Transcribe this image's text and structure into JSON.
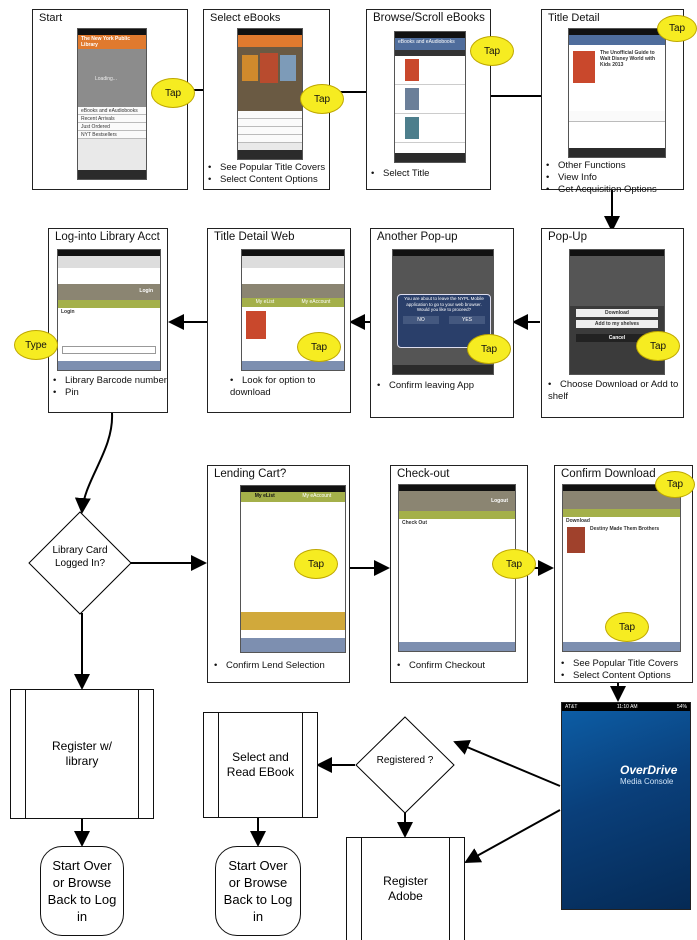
{
  "steps": {
    "start": {
      "title": "Start",
      "bullets": []
    },
    "select": {
      "title": "Select eBooks",
      "bullets": [
        "See Popular Title Covers",
        "Select Content Options"
      ]
    },
    "browse": {
      "title": "Browse/Scroll eBooks",
      "bullets": [
        "Select Title"
      ]
    },
    "detail": {
      "title": "Title Detail",
      "bullets": [
        "Other Functions",
        "View Info",
        "Get Acquisition Options"
      ]
    },
    "popup": {
      "title": "Pop-Up",
      "bullets": [
        "Choose Download or Add to shelf"
      ]
    },
    "another": {
      "title": "Another Pop-up",
      "bullets": [
        "Confirm leaving App"
      ]
    },
    "web": {
      "title": "Title Detail Web",
      "bullets": [
        "Look for option to download"
      ]
    },
    "login": {
      "title": "Log-into Library Acct",
      "bullets": [
        "Library Barcode number",
        "Pin"
      ]
    },
    "lending": {
      "title": "Lending Cart?",
      "bullets": [
        "Confirm Lend Selection"
      ]
    },
    "checkout": {
      "title": "Check-out",
      "bullets": [
        "Confirm Checkout"
      ]
    },
    "confirm": {
      "title": "Confirm Download",
      "bullets": [
        "See Popular Title Covers",
        "Select Content Options"
      ]
    }
  },
  "tap_label": "Tap",
  "type_label": "Type",
  "decisions": {
    "library": "Library Card Logged In?",
    "registered": "Registered ?"
  },
  "processes": {
    "register_library": "Register w/ library",
    "select_read": "Select and Read EBook",
    "register_adobe": "Register Adobe"
  },
  "terminals": {
    "start_over_1": "Start Over or Browse Back to Log in",
    "start_over_2": "Start Over or Browse Back to Log in"
  },
  "screenshots": {
    "start_header": "The New York Public Library",
    "start_loading": "Loading...",
    "start_rows": [
      "eBooks and eAudiobooks",
      "Recent Arrivals",
      "Just Ordered",
      "NYT Bestsellers"
    ],
    "browse_header": "eBooks and eAudiobooks",
    "detail_title": "The Unofficial Guide to Walt Disney World with Kids 2013",
    "popup_buttons": [
      "Download",
      "Add to my shelves",
      "Cancel"
    ],
    "another_msg": "You are about to leave the NYPL Mobile application to go to your web browser. Would you like to proceed?",
    "another_buttons": [
      "NO",
      "YES"
    ],
    "web_tabs": [
      "My eList",
      "My eAccount"
    ],
    "login_text": "Login",
    "login_btn": "Login",
    "lending_tabs": [
      "My eList",
      "My eAccount"
    ],
    "checkout_heading": "Check Out",
    "checkout_logout": "Logout",
    "confirm_heading": "Download",
    "confirm_book": "Destiny Made Them Brothers",
    "splash_time": "11:10 AM",
    "splash_battery": "54%",
    "splash_brand": "OverDrive",
    "splash_sub": "Media Console"
  }
}
